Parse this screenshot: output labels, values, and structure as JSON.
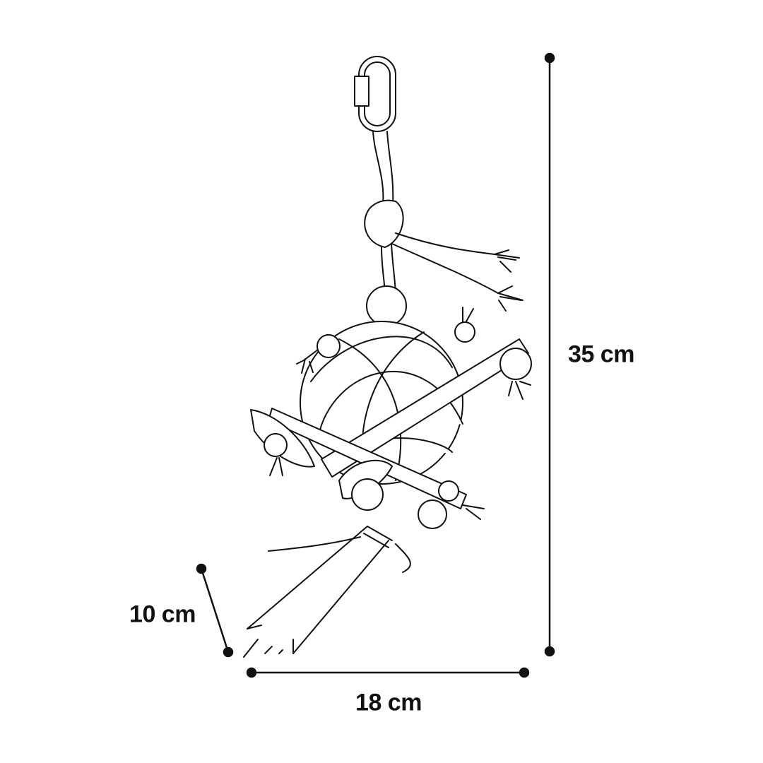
{
  "dimensions": {
    "height": "35 cm",
    "depth": "10 cm",
    "width": "18 cm"
  },
  "colors": {
    "line": "#111111",
    "background": "#ffffff"
  }
}
